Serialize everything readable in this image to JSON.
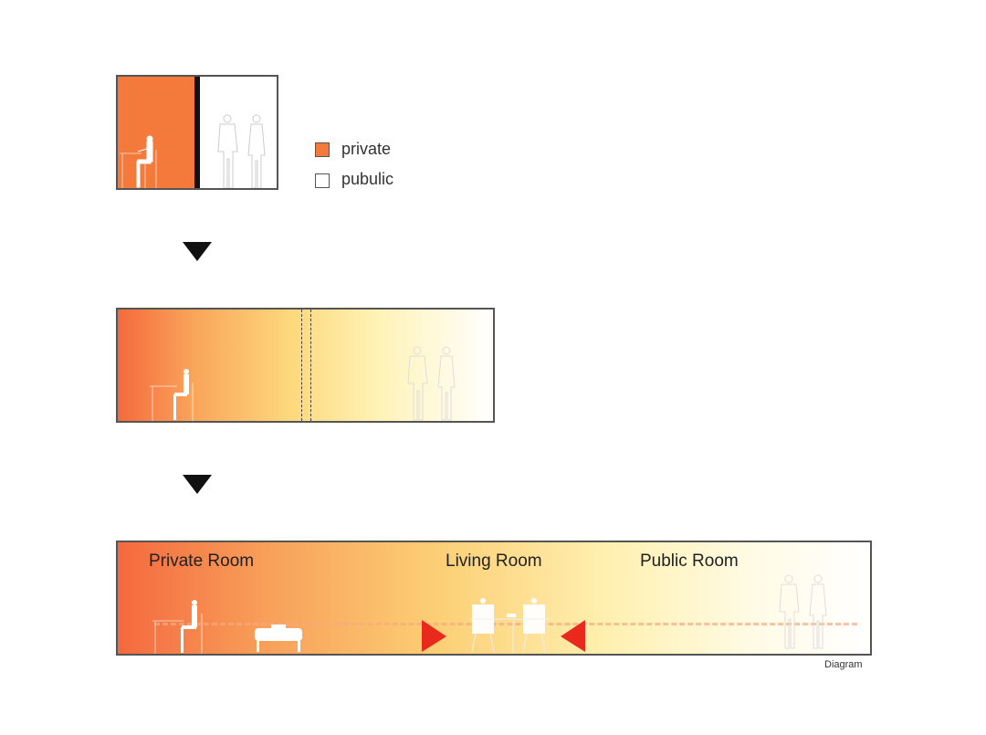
{
  "legend": {
    "items": [
      {
        "label": "private",
        "color": "#f47a3c"
      },
      {
        "label": "pubulic",
        "color": "#ffffff"
      }
    ]
  },
  "stage3": {
    "rooms": [
      "Private Room",
      "Living Room",
      "Public Room"
    ]
  },
  "caption": "Diagram",
  "colors": {
    "private": "#f47a3c",
    "transition": "#fcd57a",
    "public": "#ffffff",
    "arrow": "#e8291c",
    "divider": "#111111"
  }
}
